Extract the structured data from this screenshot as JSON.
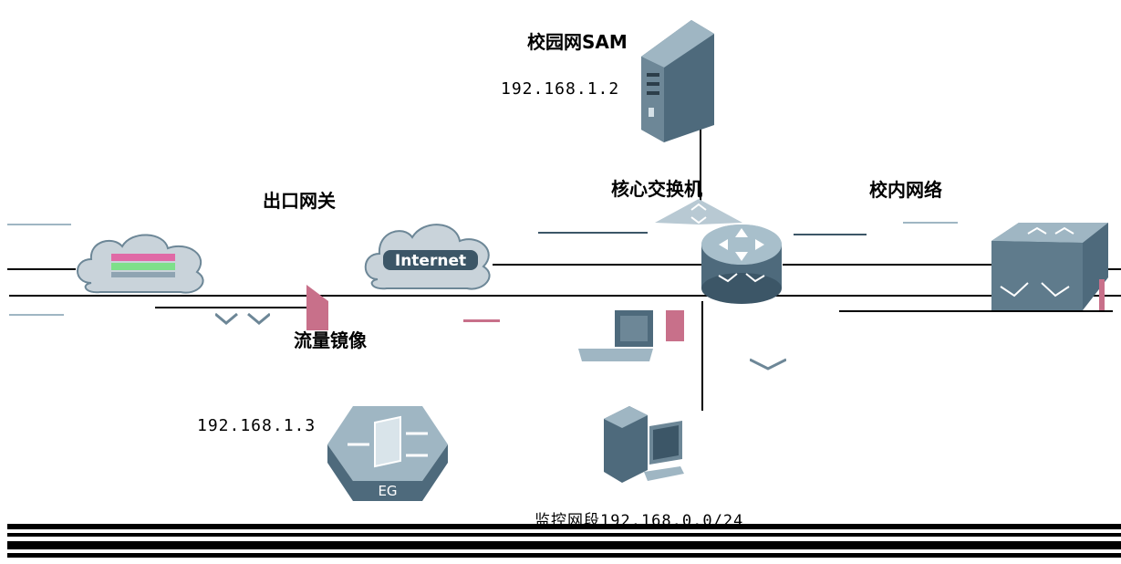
{
  "labels": {
    "sam_server": "校园网SAM",
    "sam_ip": "192.168.1.2",
    "core_switch": "核心交换机",
    "campus_network": "校内网络",
    "egress_gateway": "出口网关",
    "traffic_mirror": "流量镜像",
    "eg_ip": "192.168.1.3",
    "internet": "Internet",
    "eg_badge": "EG",
    "controlled_segment": "监控网段192.168.0.0/24"
  },
  "colors": {
    "device_dark": "#3c5667",
    "device_light": "#9fb6c3",
    "line": "#000000",
    "accent_pink": "#c8708a"
  }
}
